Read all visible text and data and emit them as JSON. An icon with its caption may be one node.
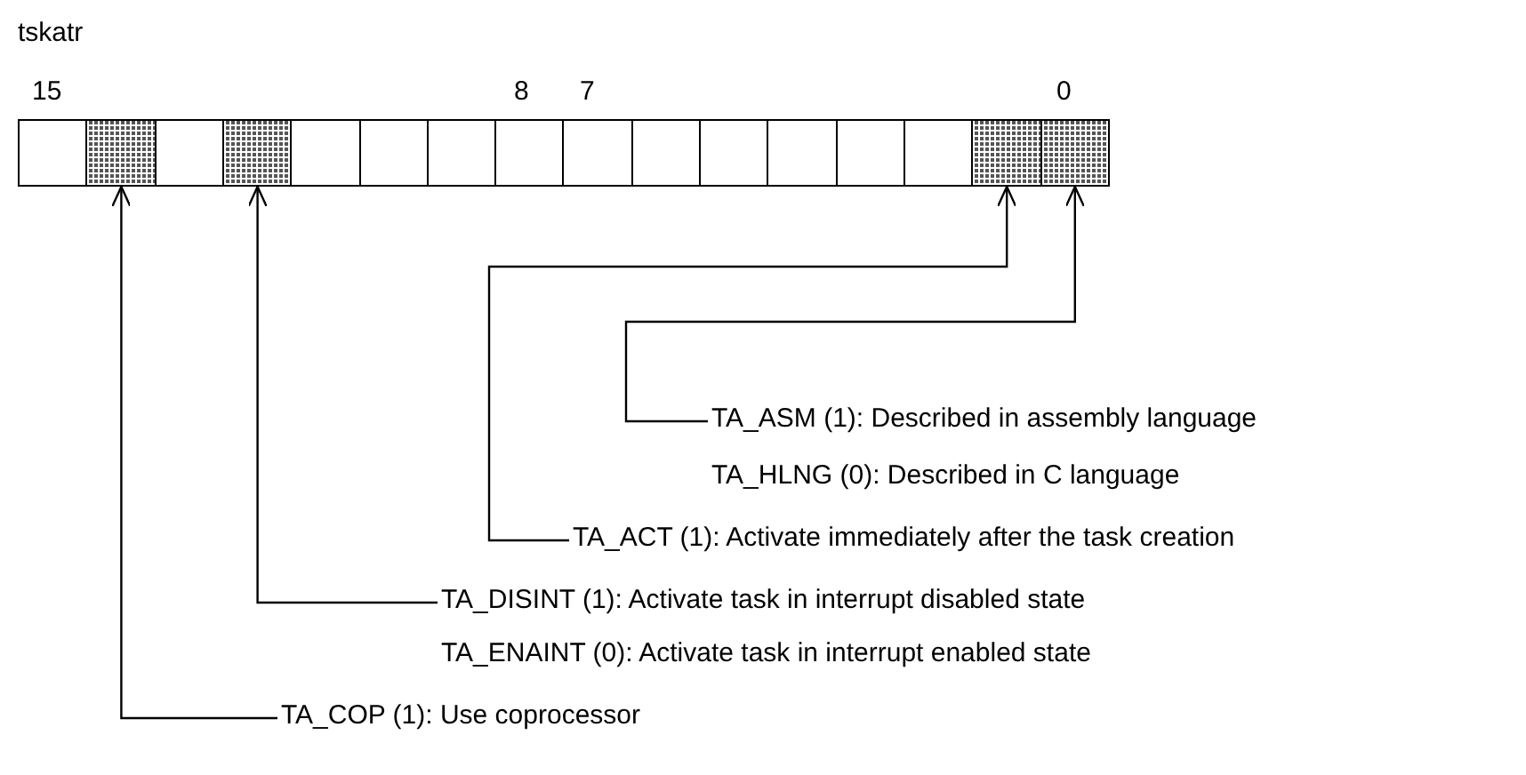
{
  "diagram": {
    "nodes": [
      {
        "text": [],
        "shape": "box"
      },
      {
        "text": [],
        "shape": "box"
      },
      {
        "text": [],
        "shape": "box"
      },
      {
        "text": [],
        "shape": "box"
      },
      {
        "text": [],
        "shape": "box"
      },
      {
        "text": [],
        "shape": "box"
      },
      {
        "text": [],
        "shape": "box"
      },
      {
        "text": [],
        "shape": "box"
      },
      {
        "text": [],
        "shape": "box"
      },
      {
        "text": [],
        "shape": "box"
      },
      {
        "text": [],
        "shape": "box"
      },
      {
        "text": [],
        "shape": "box"
      },
      {
        "text": [],
        "shape": "box"
      },
      {
        "text": [],
        "shape": "box"
      },
      {
        "text": [],
        "shape": "box"
      },
      {
        "text": [],
        "shape": "box"
      },
      {
        "text": [
          "TA_ASM (1): Described in assembly language",
          "TA_HLNG (0): Described in C language"
        ]
      },
      {
        "text": [
          "TA_ACT (1): Activate immediately after the task creation"
        ]
      },
      {
        "text": [
          "TA_DISINT (1): Activate task in interrupt disabled state",
          "TA_ENAINT (0): Activate task in interrupt enabled state"
        ]
      },
      {
        "text": [
          "TA_COP (1): Use coprocessor"
        ]
      }
    ],
    "edges": [
      {
        "from": 16,
        "to": 15,
        "arrow": "to"
      },
      {
        "from": 17,
        "to": 14,
        "arrow": "to"
      },
      {
        "from": 18,
        "to": 3,
        "arrow": "to"
      },
      {
        "from": 19,
        "to": 1,
        "arrow": "to"
      }
    ],
    "labels": [
      "tskatr",
      "15",
      "8",
      "7",
      "0"
    ]
  }
}
